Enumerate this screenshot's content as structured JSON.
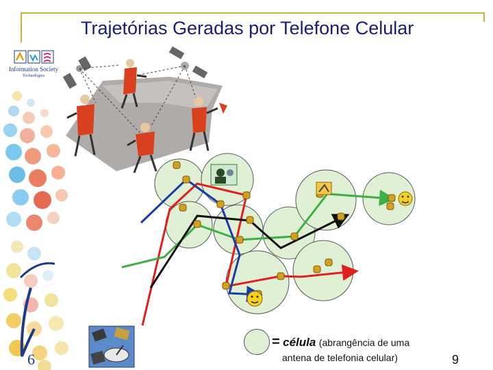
{
  "slide": {
    "title": "Trajetórias Geradas por Telefone Celular",
    "page_number": "9"
  },
  "logo": {
    "name": "Information Society",
    "subtitle": "Technologies"
  },
  "legend": {
    "symbol": "=",
    "term": "célula",
    "description_line1": "(abrangência de uma",
    "description_line2": "antena de telefonia celular)"
  },
  "colors": {
    "title": "#1a2070",
    "frame": "#c9b23a",
    "cell_fill": "#dff0d4",
    "trajectory_red": "#e02020",
    "trajectory_green": "#3cb043",
    "trajectory_blue": "#1a3aa8",
    "trajectory_black": "#111111",
    "antenna_node": "#d4a020"
  },
  "icons": [
    "satellite-icon",
    "people-icon",
    "smiley-face-icon",
    "phone-user-icon",
    "sign-icon",
    "satellite-dish-icon"
  ]
}
